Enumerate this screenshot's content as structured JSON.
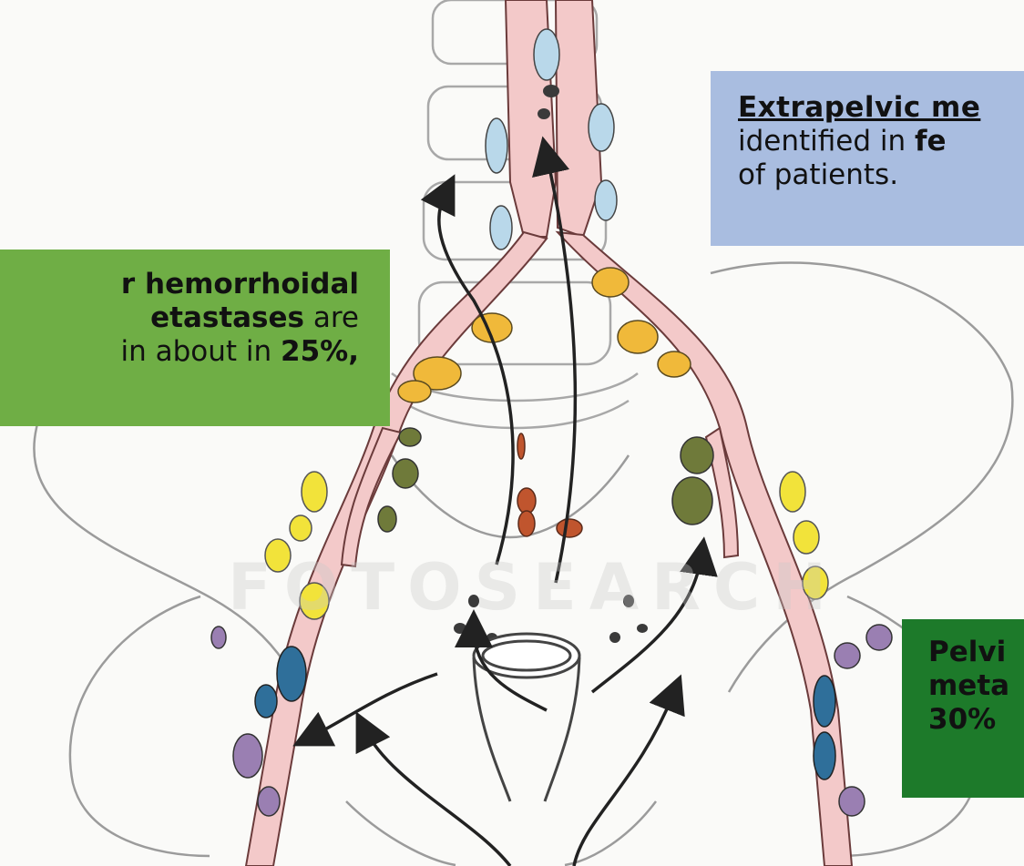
{
  "callouts": {
    "upper": {
      "title": "Extrapelvic me",
      "line2_pre": "identified in ",
      "line2_bold": "fe",
      "line3": "of patients.",
      "bg": "#a9bde0"
    },
    "middle": {
      "line1": "r hemorrhoidal",
      "line2_bold": "etastases",
      "line2_rest": " are",
      "line3_pre": " in about in ",
      "line3_bold": "25%,",
      "bg": "#6fae45"
    },
    "lower": {
      "line1": "Pelvi",
      "line2": "meta",
      "line3": "30%",
      "bg": "#1d7a2a"
    }
  },
  "colors": {
    "vessel": "#f3c9c9",
    "vessel_outline": "#6b3b3b",
    "node_yellow": "#f2e33a",
    "node_orange": "#f0b93a",
    "node_olive": "#6f7a3a",
    "node_blue": "#2f6f9a",
    "node_lightblue": "#b9d8ea",
    "node_purple": "#9a7fb2",
    "node_red": "#c0552e",
    "node_dark": "#3a3a3a"
  }
}
